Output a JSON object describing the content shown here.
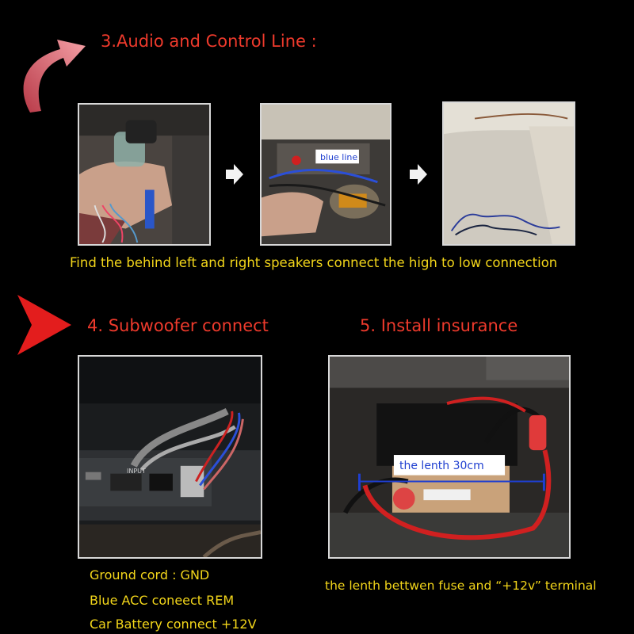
{
  "section3": {
    "title": "3.Audio and Control Line :",
    "caption": "Find the behind left and right speakers connect the high to low connection",
    "photo2_label": "blue line"
  },
  "section4": {
    "title": "4. Subwoofer connect",
    "lines": [
      "Ground cord : GND",
      "Blue ACC coneect REM",
      "Car Battery connect +12V"
    ],
    "amp_label": "INPUT"
  },
  "section5": {
    "title": "5. Install insurance",
    "measure_label": "the lenth 30cm",
    "caption": "the lenth bettwen fuse and “+12v” terminal"
  },
  "colors": {
    "title_red": "#ee3a2c",
    "caption_yellow": "#f3d61a",
    "arrow_pink": "#e0606a",
    "measure_blue": "#1f3fd0"
  },
  "icons": [
    "curved-arrow-icon",
    "next-arrow-icon",
    "red-pointer-arrow-icon"
  ]
}
